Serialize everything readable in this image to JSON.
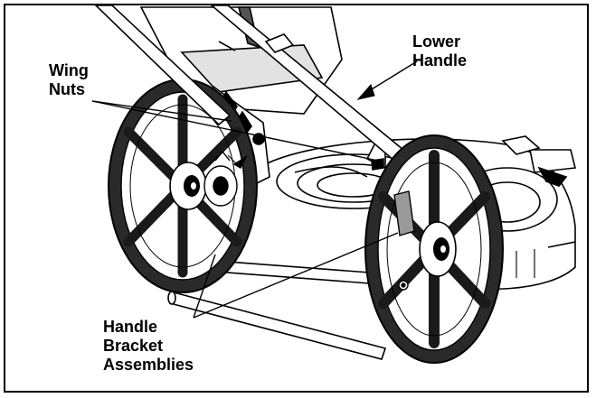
{
  "labels": {
    "lower_handle": [
      "Lower",
      "Handle"
    ],
    "wing_nuts": [
      "Wing",
      "Nuts"
    ],
    "handle_bracket_assemblies": [
      "Handle",
      "Bracket",
      "Assemblies"
    ]
  },
  "colors": {
    "ink": "#000000",
    "paper": "#ffffff",
    "tread": "#2a2a2a",
    "shade": "#9a9a9a",
    "light": "#d9d9d9"
  }
}
